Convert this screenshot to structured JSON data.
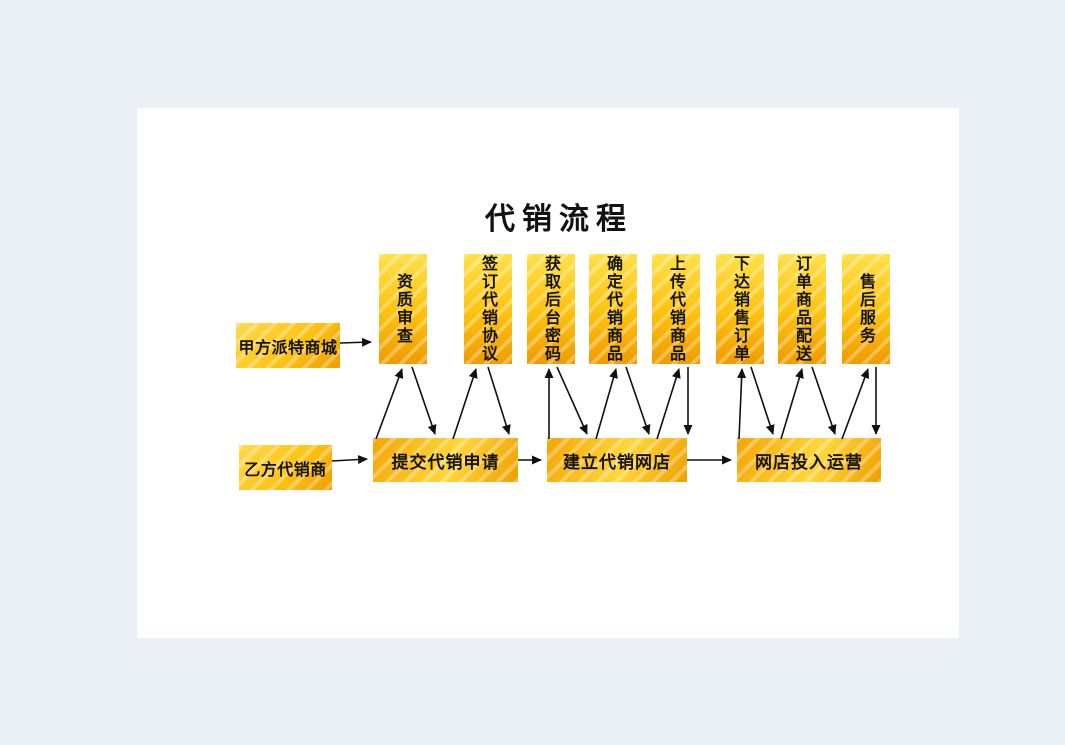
{
  "page": {
    "title": "代销流程",
    "background_color": "#ebeff6",
    "canvas_color": "#ffffff"
  },
  "colors": {
    "box_yellow_light": "#ffe04a",
    "box_orange": "#ef9c00",
    "stripe": "rgba(255,255,255,0.3)",
    "line": "#111111",
    "text": "#151515"
  },
  "actors": [
    {
      "label": "甲方派特商城"
    },
    {
      "label": "乙方代销商"
    }
  ],
  "top_steps": [
    {
      "label": "资质审查"
    },
    {
      "label": "签订代销协议"
    },
    {
      "label": "获取后台密码"
    },
    {
      "label": "确定代销商品"
    },
    {
      "label": "上传代销商品"
    },
    {
      "label": "下达销售订单"
    },
    {
      "label": "订单商品配送"
    },
    {
      "label": "售后服务"
    }
  ],
  "bottom_steps": [
    {
      "label": "提交代销申请"
    },
    {
      "label": "建立代销网店"
    },
    {
      "label": "网店投入运营"
    }
  ]
}
